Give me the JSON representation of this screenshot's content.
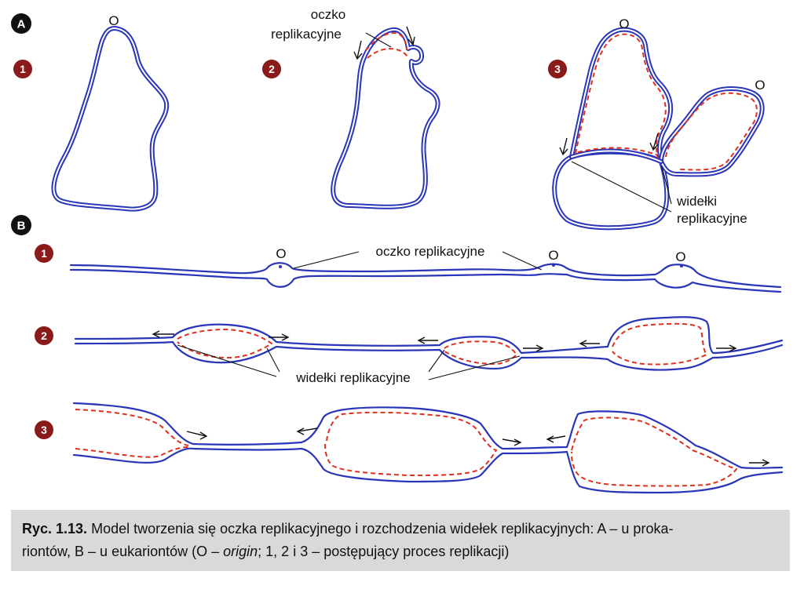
{
  "sections": [
    {
      "letter": "A",
      "steps": [
        "1",
        "2",
        "3"
      ]
    },
    {
      "letter": "B",
      "steps": [
        "1",
        "2",
        "3"
      ]
    }
  ],
  "labels": {
    "origin": "O",
    "eye_line1": "oczko",
    "eye_line2": "replikacyjne",
    "forks_line1": "widełki",
    "forks_line2": "replikacyjne",
    "eye_b": "oczko replikacyjne",
    "forks_b": "widełki replikacyjne"
  },
  "caption": {
    "number": "Ryc. 1.13.",
    "text_a": "Model tworzenia się oczka replikacyjnego i rozchodzenia widełek replikacyjnych: A – u proka-",
    "text_b": "riontów, B – u eukariontów (O – ",
    "text_italic": "origin",
    "text_c": "; 1, 2 i 3 – postępujący proces replikacji)"
  },
  "colors": {
    "parental_dna": "#2a35b8",
    "new_dna": "#e0301e",
    "step_badge": "#8b1a1a",
    "section_badge": "#111111",
    "caption_bg": "#d9d9d9"
  }
}
